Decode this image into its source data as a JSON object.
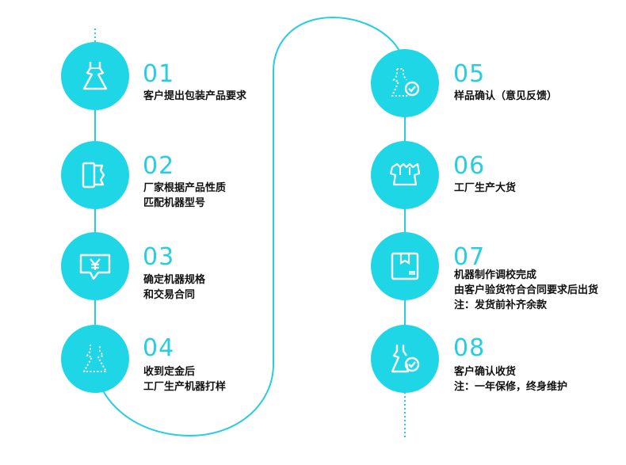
{
  "steps": [
    {
      "num": "01",
      "lines": [
        "客户提出包装产品要求"
      ],
      "icon": "dress-icon"
    },
    {
      "num": "02",
      "lines": [
        "厂家根据产品性质",
        "匹配机器型号"
      ],
      "icon": "machine-icon"
    },
    {
      "num": "03",
      "lines": [
        "确定机器规格",
        "和交易合同"
      ],
      "icon": "yen-chat-icon"
    },
    {
      "num": "04",
      "lines": [
        "收到定金后",
        "工厂生产机器打样"
      ],
      "icon": "dress-outline-icon"
    },
    {
      "num": "05",
      "lines": [
        "样品确认（意见反馈）"
      ],
      "icon": "dress-check-icon"
    },
    {
      "num": "06",
      "lines": [
        "工厂生产大货"
      ],
      "icon": "clothes-batch-icon"
    },
    {
      "num": "07",
      "lines": [
        "机器制作调校完成",
        "由客户验货符合合同要求后出货",
        "注：发货前补齐余款"
      ],
      "icon": "package-icon"
    },
    {
      "num": "08",
      "lines": [
        "客户确认收货",
        "注：一年保修，终身维护"
      ],
      "icon": "dress-check-icon"
    }
  ],
  "colors": {
    "accent": "#1fd6e6",
    "line": "#27cde0",
    "text": "#111111"
  }
}
